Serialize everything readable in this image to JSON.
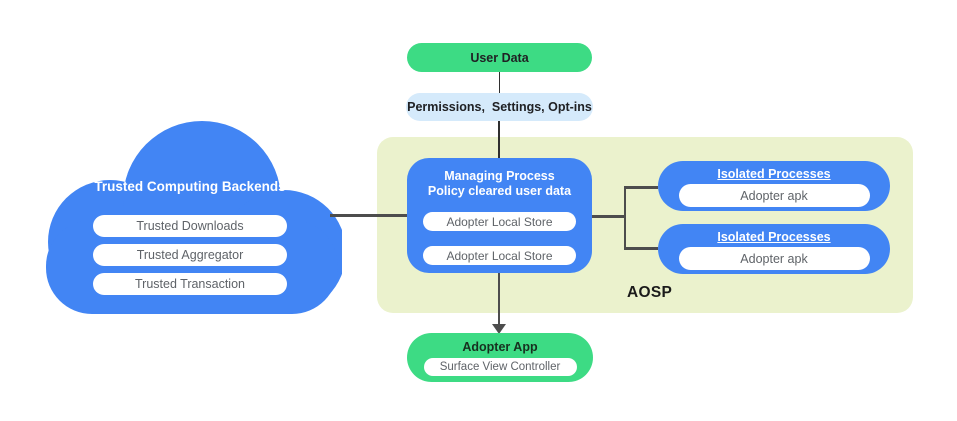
{
  "diagram": {
    "title": "Trusted computing architecture diagram",
    "colors": {
      "blue": "#4285F4",
      "green": "#3DDB84",
      "light_blue": "#D5EAFB",
      "panel_green": "#EBF2CD",
      "pill_text_gray": "#5F6368",
      "dark_text": "#202124",
      "connector_gray": "#4D4D4D"
    }
  },
  "flow": {
    "user_data": "User Data",
    "permissions": "Permissions,  Settings, Opt-ins"
  },
  "cloud": {
    "title": "Trusted Computing Backends",
    "items": [
      "Trusted Downloads",
      "Trusted Aggregator",
      "Trusted Transaction"
    ]
  },
  "aosp": {
    "label": "AOSP",
    "managing_process": {
      "title_line1": "Managing Process",
      "title_line2": "Policy cleared user data",
      "stores": [
        "Adopter Local Store",
        "Adopter Local Store"
      ]
    },
    "isolated_processes": [
      {
        "title": "Isolated Processes",
        "item": "Adopter apk"
      },
      {
        "title": "Isolated Processes",
        "item": "Adopter apk"
      }
    ]
  },
  "adopter_app": {
    "title": "Adopter App",
    "item": "Surface View Controller"
  }
}
